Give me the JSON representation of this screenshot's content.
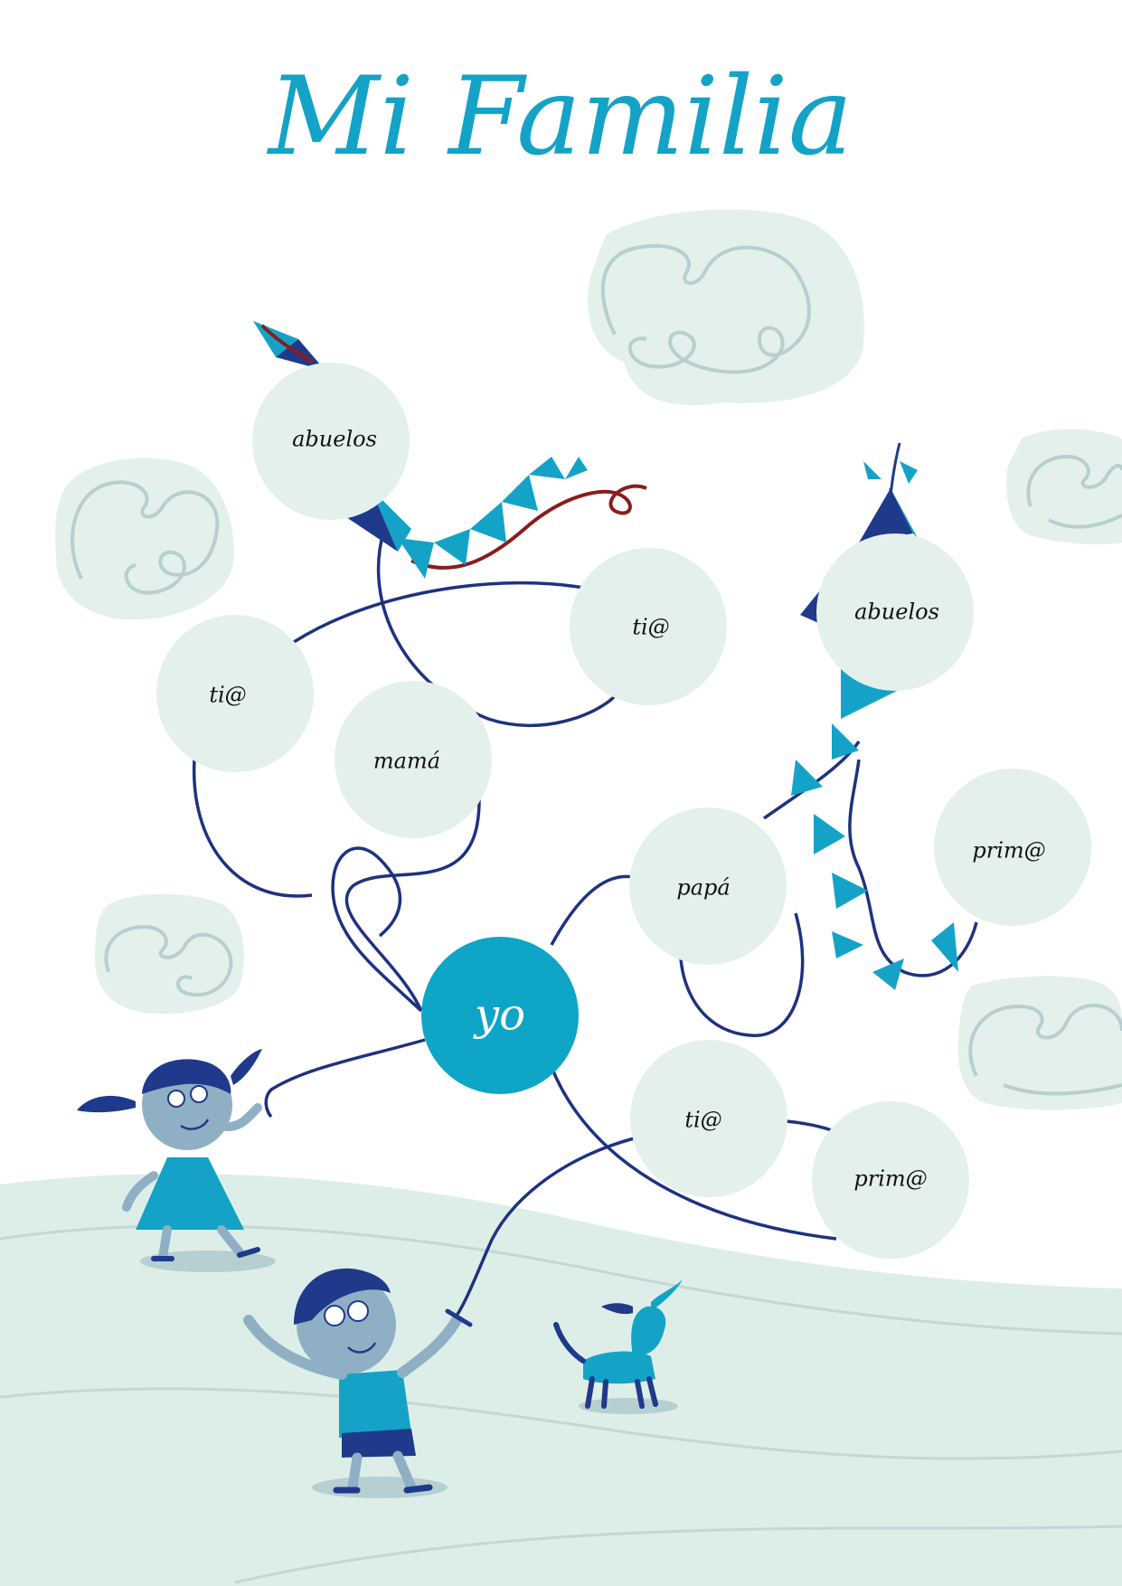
{
  "title": "Mi Familia",
  "center": {
    "label": "yo"
  },
  "nodes": [
    {
      "id": "abuelos-left",
      "label": "abuelos"
    },
    {
      "id": "tia-left",
      "label": "ti@"
    },
    {
      "id": "tia-upper",
      "label": "ti@"
    },
    {
      "id": "mama",
      "label": "mamá"
    },
    {
      "id": "abuelos-right",
      "label": "abuelos"
    },
    {
      "id": "papa",
      "label": "papá"
    },
    {
      "id": "prima-right",
      "label": "prim@"
    },
    {
      "id": "tia-lower",
      "label": "ti@"
    },
    {
      "id": "prima-lower",
      "label": "prim@"
    }
  ],
  "colors": {
    "accent": "#14a3c7",
    "center_fill": "#0ea5c6",
    "node_fill": "#e3f0ec",
    "string": "#1e3280",
    "ground": "#ddeee9",
    "kite_dark": "#1f3a8a",
    "kite_tail_string": "#8b1c1c"
  },
  "illustrations": [
    "girl-with-kite-string",
    "boy-with-kite-string",
    "dog",
    "kites",
    "clouds",
    "hills"
  ]
}
